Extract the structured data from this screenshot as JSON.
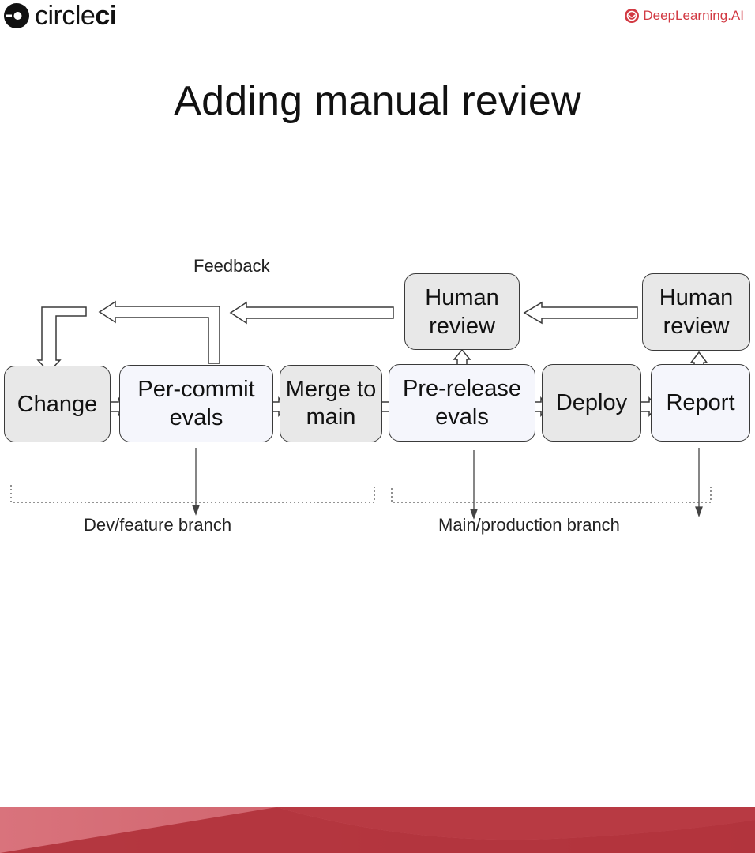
{
  "header": {
    "left_logo_text_regular": "circle",
    "left_logo_text_bold": "ci",
    "right_logo_text": "DeepLearning.AI"
  },
  "slide": {
    "title": "Adding manual review"
  },
  "diagram": {
    "boxes": {
      "change": "Change",
      "per_commit_evals": "Per-commit evals",
      "merge_to_main": "Merge to main",
      "pre_release_evals": "Pre-release evals",
      "deploy": "Deploy",
      "report": "Report",
      "human_review_1": "Human review",
      "human_review_2": "Human review"
    },
    "labels": {
      "feedback": "Feedback",
      "dev_branch": "Dev/feature branch",
      "main_branch": "Main/production branch"
    }
  },
  "colors": {
    "brand_red": "#d23a43",
    "box_grey": "#e8e8e8",
    "box_light": "#f5f6fc",
    "footer_left": "#d9737c",
    "footer_right": "#b0313a"
  }
}
